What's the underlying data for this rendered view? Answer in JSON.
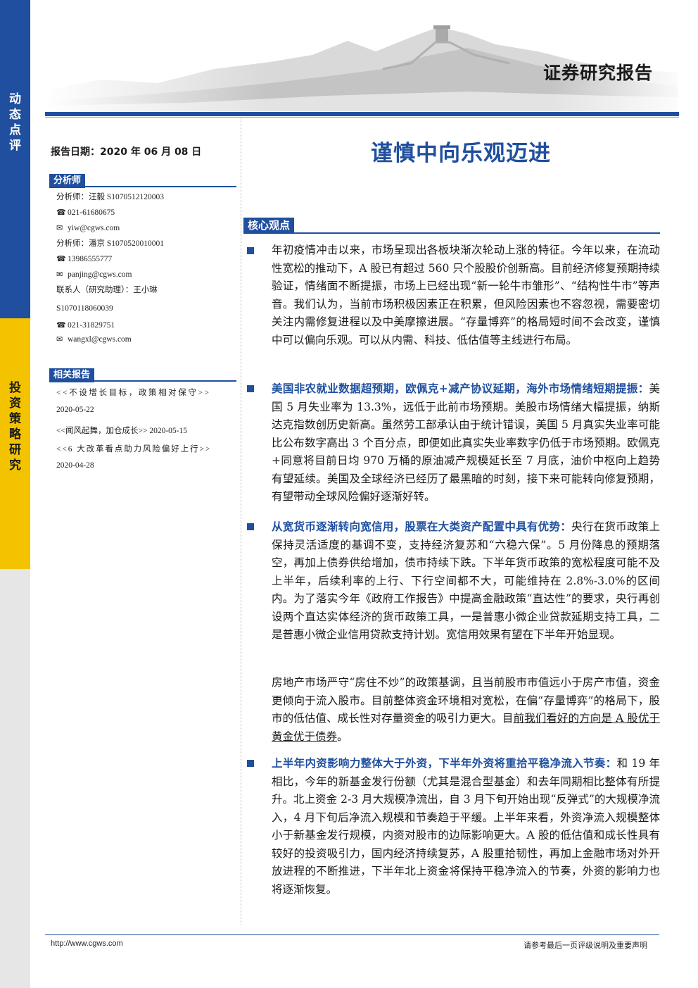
{
  "sidebar": {
    "label_top": [
      "动",
      "态",
      "点",
      "评"
    ],
    "label_bottom": [
      "投",
      "资",
      "策",
      "略",
      "研",
      "究"
    ]
  },
  "header": {
    "report_type": "证券研究报告",
    "title": "谨慎中向乐观迈进"
  },
  "left": {
    "date": "报告日期：2020 年 06 月 08 日",
    "analyst_section": "分析师",
    "analysts": [
      "分析师：汪毅  S1070512120003",
      "021-61680675",
      "yiw@cgws.com",
      "分析师：潘京  S1070520010001",
      "13986555777",
      "panjing@cgws.com",
      "联系人（研究助理）：王小琳",
      "S1070118060039",
      "021-31829751",
      "wangxl@cgws.com"
    ],
    "reports_section": "相关报告",
    "reports": [
      "<<不设增长目标，政策相对保守>>",
      "2020-05-22",
      "<<闻风起舞，加仓成长>> 2020-05-15",
      "<<6 大改革看点助力风险偏好上行>>",
      "2020-04-28"
    ]
  },
  "main": {
    "core_section": "核心观点",
    "p1": "年初疫情冲击以来，市场呈现出各板块渐次轮动上涨的特征。今年以来，在流动性宽松的推动下，A 股已有超过 560 只个股股价创新高。目前经济修复预期持续验证，情绪面不断提振，市场上已经出现“新一轮牛市雏形”、“结构性牛市”等声音。我们认为，当前市场积极因素正在积累，但风险因素也不容忽视，需要密切关注内需修复进程以及中美摩擦进展。“存量博弈”的格局短时间不会改变，谨慎中可以偏向乐观。可以从内需、科技、低估值等主线进行布局。",
    "p2_bold": "美国非农就业数据超预期，欧佩克+减产协议延期，海外市场情绪短期提振：",
    "p2": "美国 5 月失业率为 13.3%，远低于此前市场预期。美股市场情绪大幅提振，纳斯达克指数创历史新高。虽然劳工部承认由于统计错误，美国 5 月真实失业率可能比公布数字高出 3 个百分点，即便如此真实失业率数字仍低于市场预期。欧佩克+同意将目前日均 970 万桶的原油减产规模延长至 7 月底，油价中枢向上趋势有望延续。美国及全球经济已经历了最黑暗的时刻，接下来可能转向修复预期，有望带动全球风险偏好逐渐好转。",
    "p3_bold": "从宽货币逐渐转向宽信用，股票在大类资产配置中具有优势：",
    "p3": "央行在货币政策上保持灵活适度的基调不变，支持经济复苏和“六稳六保”。5 月份降息的预期落空，再加上债券供给增加，债市持续下跌。下半年货币政策的宽松程度可能不及上半年，后续利率的上行、下行空间都不大，可能维持在 2.8%-3.0%的区间内。为了落实今年《政府工作报告》中提高金融政策“直达性”的要求，央行再创设两个直达实体经济的货币政策工具，一是普惠小微企业贷款延期支持工具，二是普惠小微企业信用贷款支持计划。宽信用效果有望在下半年开始显现。",
    "p4": "房地产市场严守“房住不炒”的政策基调，且当前股市市值远小于房产市值，资金更倾向于流入股市。目前整体资金环境相对宽松，在偏“存量博弈”的格局下，股市的低估值、成长性对存量资金的吸引力更大。目",
    "p4_underline": "前我们看好的方向是 A 股优于黄金优于债券",
    "p4_end": "。",
    "p5_bold": "上半年内资影响力整体大于外资，下半年外资将重拾平稳净流入节奏：",
    "p5": "和 19 年相比，今年的新基金发行份额（尤其是混合型基金）和去年同期相比整体有所提升。北上资金 2-3 月大规模净流出，自 3 月下旬开始出现“反弹式”的大规模净流入，4 月下旬后净流入规模和节奏趋于平缓。上半年来看，外资净流入规模整体小于新基金发行规模，内资对股市的边际影响更大。A 股的低估值和成长性具有较好的投资吸引力，国内经济持续复苏，A 股重拾韧性，再加上金融市场对外开放进程的不断推进，下半年北上资金将保持平稳净流入的节奏，外资的影响力也将逐渐恢复。"
  },
  "footer": {
    "url": "http://www.cgws.com",
    "note": "请参考最后一页评级说明及重要声明"
  }
}
